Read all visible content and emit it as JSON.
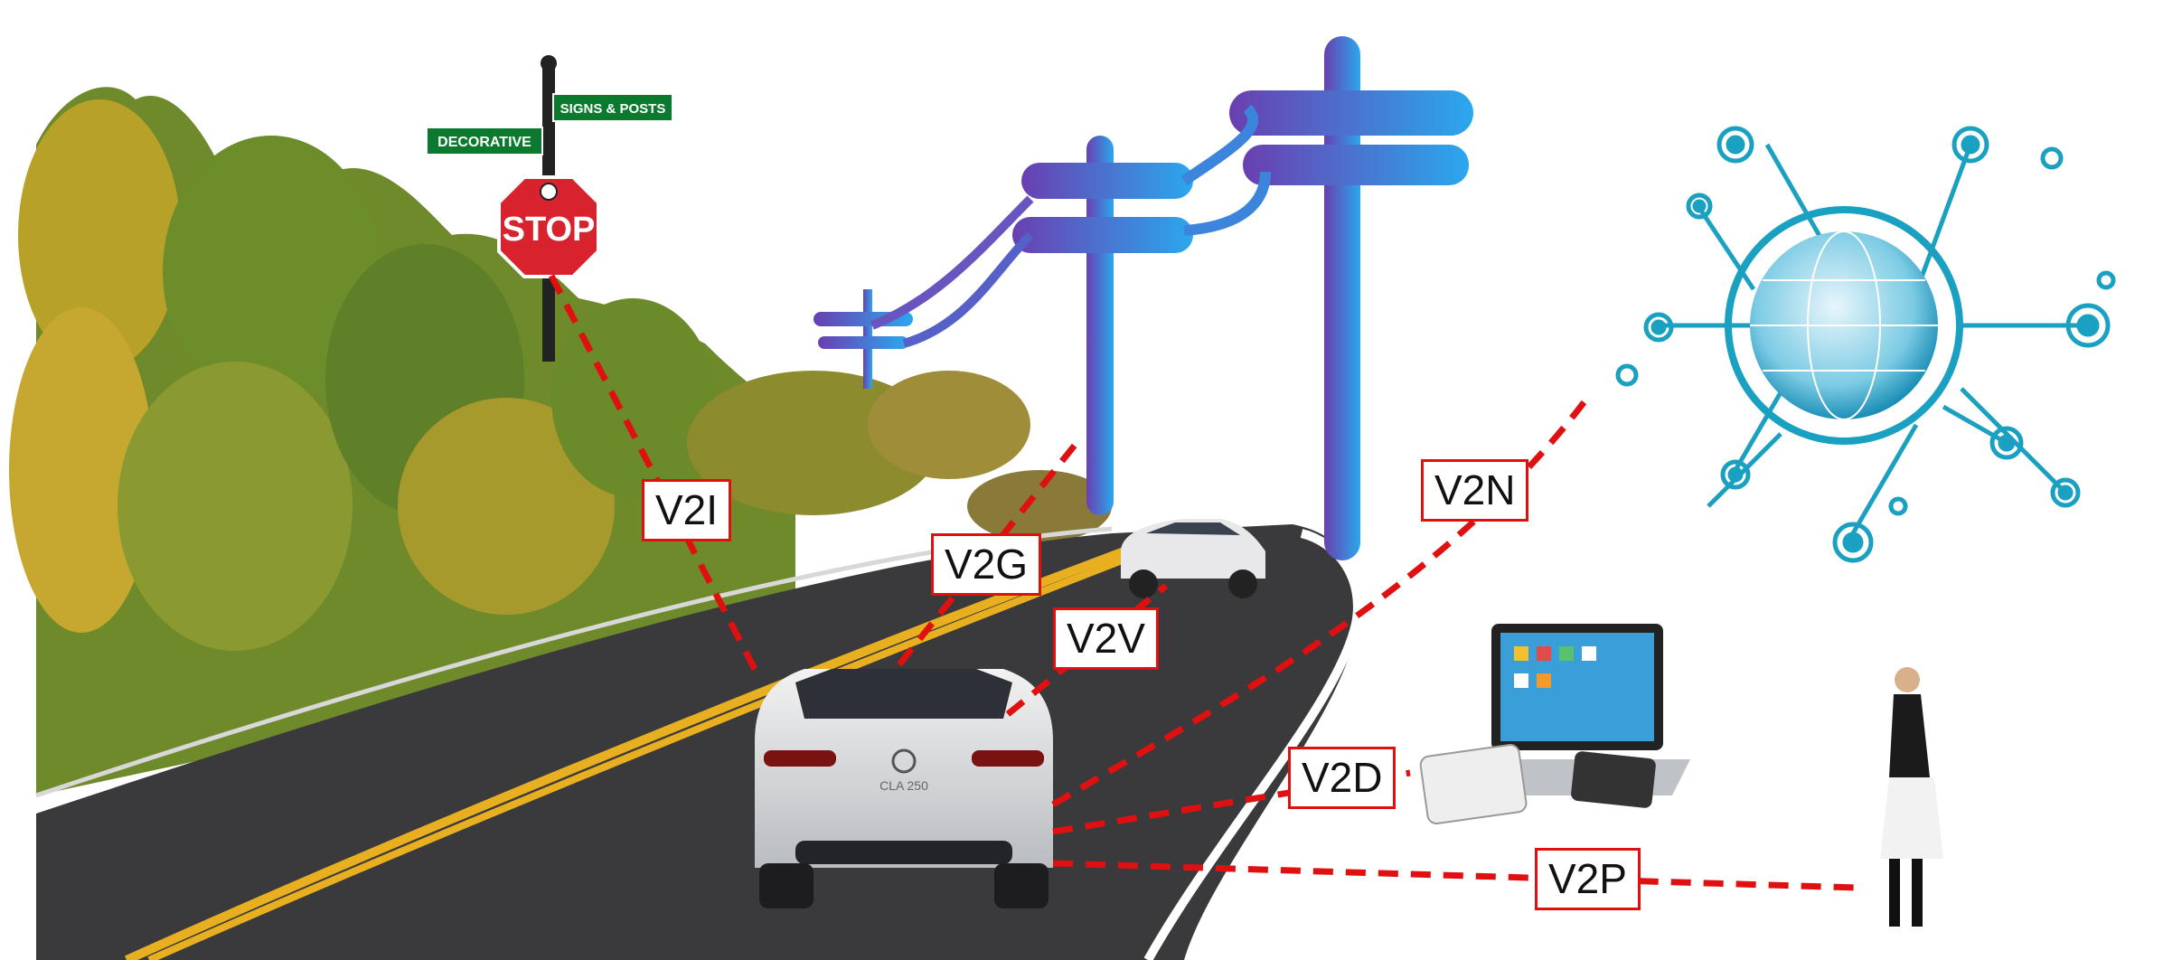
{
  "signs": {
    "street_upper": "SIGNS & POSTS",
    "street_lower": "DECORATIVE",
    "stop": "STOP"
  },
  "car": {
    "badge": "CLA 250"
  },
  "links": [
    {
      "id": "v2i",
      "label": "V2I",
      "target": "stop-sign"
    },
    {
      "id": "v2g",
      "label": "V2G",
      "target": "power-grid"
    },
    {
      "id": "v2v",
      "label": "V2V",
      "target": "other-vehicle"
    },
    {
      "id": "v2n",
      "label": "V2N",
      "target": "network"
    },
    {
      "id": "v2d",
      "label": "V2D",
      "target": "devices"
    },
    {
      "id": "v2p",
      "label": "V2P",
      "target": "pedestrian"
    }
  ],
  "colors": {
    "link_line": "#e11010",
    "network": "#1aa0c0",
    "pole_dark": "#6a3fb0",
    "pole_light": "#2aa8ee",
    "road": "#3a3a3c",
    "road_line": "#e8b020",
    "sign_green": "#0b7a2e",
    "stop_red": "#d8222e"
  }
}
